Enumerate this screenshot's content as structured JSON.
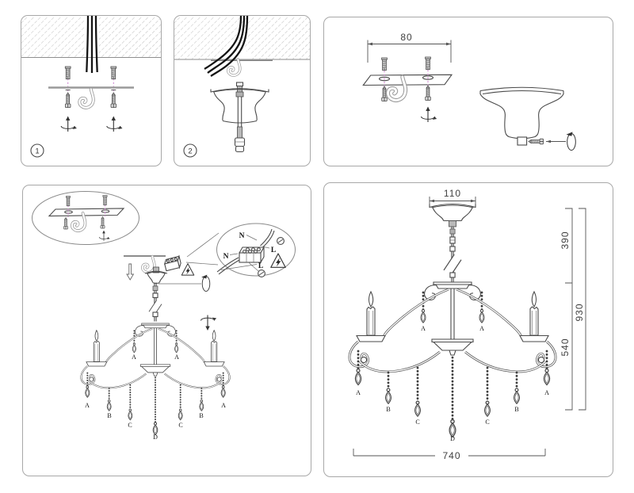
{
  "colors": {
    "background": "#ffffff",
    "line": "#4a4a4a",
    "light_line": "#9c9c9c",
    "cable": "#141414",
    "hatch": "#bcbcbc",
    "accent_magenta": "#d493d6",
    "panel_border": "#a8a8a8"
  },
  "panel_anchors": {
    "step": "1"
  },
  "panel_canopy": {
    "step": "2"
  },
  "panel_bracket": {
    "plate_width": "80"
  },
  "panel_wiring": {
    "neutral_upper": "N",
    "live_upper": "L",
    "neutral_lower": "N",
    "live_lower": "L",
    "crystals_upper": [
      "A",
      "A"
    ],
    "crystals_lower": [
      "A",
      "B",
      "C",
      "D",
      "C",
      "B",
      "A"
    ]
  },
  "panel_dimensions": {
    "canopy_width": "110",
    "suspension_height": "390",
    "overall_height": "930",
    "fixture_height": "540",
    "fixture_width": "740",
    "crystals_upper": [
      "A",
      "A"
    ],
    "crystals_lower": [
      "A",
      "B",
      "C",
      "D",
      "C",
      "B",
      "A"
    ]
  }
}
